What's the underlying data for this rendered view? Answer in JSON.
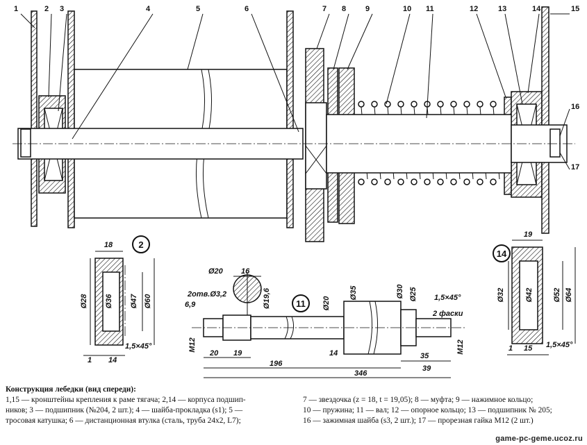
{
  "callouts": [
    "1",
    "2",
    "3",
    "4",
    "5",
    "6",
    "7",
    "8",
    "9",
    "10",
    "11",
    "12",
    "13",
    "14",
    "15",
    "16",
    "17"
  ],
  "detail_markers": {
    "d2": "2",
    "d11": "11",
    "d14": "14"
  },
  "detail2": {
    "w18": "18",
    "d28": "Ø28",
    "d36": "Ø36",
    "d47": "Ø47",
    "d60": "Ø60",
    "w1": "1",
    "w14": "14",
    "chamfer": "1,5×45°"
  },
  "detail14": {
    "w19": "19",
    "d32": "Ø32",
    "d42": "Ø42",
    "d52": "Ø52",
    "d64": "Ø64",
    "w1": "1",
    "w15": "15",
    "chamfer": "1,5×45°"
  },
  "detail11": {
    "d20_top": "Ø20",
    "w16": "16",
    "holes": "2отв.Ø3,2",
    "w69": "6,9",
    "d196": "Ø19,6",
    "d20": "Ø20",
    "d35": "Ø35",
    "d30": "Ø30",
    "d25": "Ø25",
    "chamfer": "1,5×45°",
    "chamfer2": "2 фаски",
    "m12l": "M12",
    "m12r": "M12",
    "l20": "20",
    "l19": "19",
    "l14": "14",
    "l35": "35",
    "l39": "39",
    "l196": "196",
    "l346": "346"
  },
  "caption": {
    "title": "Конструкция лебедки (вид спереди):",
    "left": [
      "1,15 — кронштейны крепления к раме тягача; 2,14 — корпуса подшип-",
      "ников; 3 — подшипник (№204, 2 шт.); 4 — шайба-прокладка (s1); 5 —",
      "тросовая катушка; 6 — дистанционная втулка (сталь, труба 24х2, L7);"
    ],
    "right": [
      "7 — звездочка (z = 18, t = 19,05); 8 — муфта; 9 — нажимное кольцо;",
      "10 — пружина; 11 — вал; 12 — опорное кольцо; 13 — подшипник № 205;",
      "16 — зажимная шайба (s3, 2 шт.); 17 — прорезная гайка М12 (2 шт.)"
    ]
  },
  "watermark": "game-pc-geme.ucoz.ru"
}
